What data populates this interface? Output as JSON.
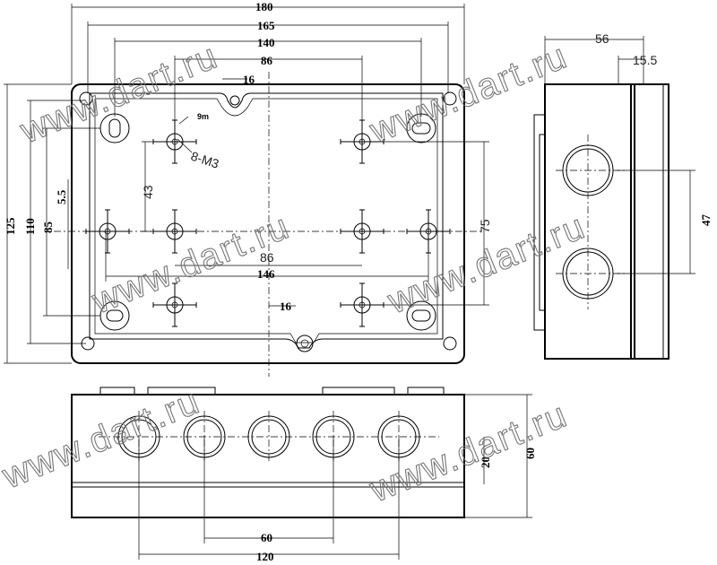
{
  "dimensions": {
    "total_width": "180",
    "width_165": "165",
    "width_140": "140",
    "width_86_top": "86",
    "width_16_top": "16",
    "mount_86_mid": "86",
    "mount_146": "146",
    "width_16_bottom": "16",
    "height_125": "125",
    "height_110": "110",
    "height_85": "85",
    "offset_5_5": "5.5",
    "spacing_43": "43",
    "spacing_75": "75",
    "hole_label": "8-M3",
    "small_label": "9m",
    "side_depth_56": "56",
    "side_15_5": "15.5",
    "side_47": "47",
    "front_60": "60",
    "front_120": "120",
    "front_20": "20",
    "front_height_60": "60"
  },
  "watermark": {
    "text": "www.dart.ru",
    "color": "#777777"
  }
}
